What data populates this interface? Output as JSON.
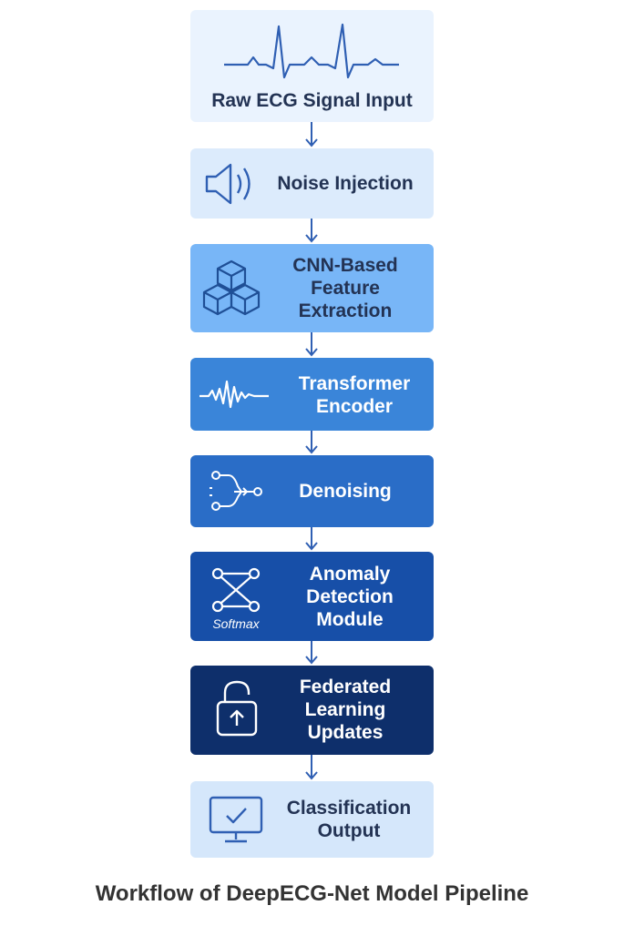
{
  "steps": [
    {
      "label": "Raw ECG Signal Input",
      "icon": "ecg-waveform-icon"
    },
    {
      "label": "Noise Injection",
      "icon": "speaker-icon"
    },
    {
      "label": "CNN-Based\nFeature\nExtraction",
      "icon": "cubes-icon"
    },
    {
      "label": "Transformer\nEncoder",
      "icon": "waveform-icon"
    },
    {
      "label": "Denoising",
      "icon": "branch-nodes-icon"
    },
    {
      "label": "Anomaly\nDetection\nModule",
      "icon": "network-x-icon",
      "icon_caption": "Softmax"
    },
    {
      "label": "Federated\nLearning\nUpdates",
      "icon": "lock-upload-icon"
    },
    {
      "label": "Classification\nOutput",
      "icon": "monitor-check-icon"
    }
  ],
  "caption": "Workflow of DeepECG-Net Model Pipeline",
  "colors": {
    "arrow": "#2f5fb3",
    "box_fills": [
      "#eaf3fe",
      "#dcebfc",
      "#78b6f7",
      "#3a85d9",
      "#2a6dc7",
      "#174fa8",
      "#0e2f6b",
      "#d5e7fb"
    ],
    "dark_text": "#233354",
    "light_text": "#ffffff"
  }
}
